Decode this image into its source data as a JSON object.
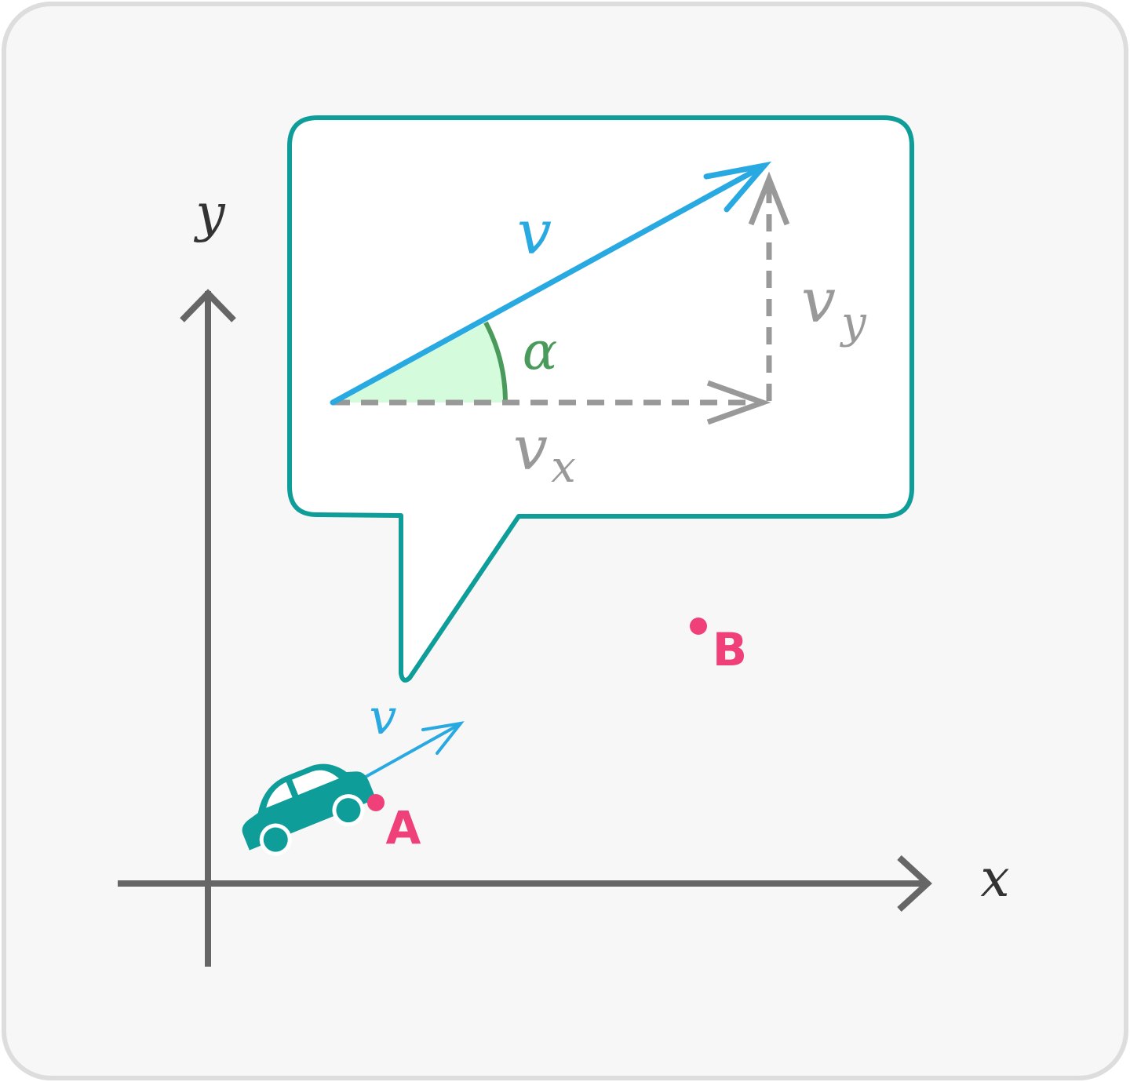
{
  "axes": {
    "x_label": "x",
    "y_label": "y"
  },
  "callout": {
    "vector_label": "v",
    "vx_label": "v",
    "vx_sub": "x",
    "vy_label": "v",
    "vy_sub": "y",
    "angle_label": "α"
  },
  "car": {
    "velocity_label": "v"
  },
  "points": [
    {
      "label": "A"
    },
    {
      "label": "B"
    }
  ],
  "colors": {
    "frame_bg": "#f7f7f7",
    "frame_border": "#dddddd",
    "axis": "#666666",
    "axis_label": "#333333",
    "callout_border": "#0f9d9a",
    "callout_bg": "#ffffff",
    "vector": "#29a9e1",
    "components": "#999999",
    "angle": "#4a9a5c",
    "angle_fill": "#d3fbdc",
    "car": "#0f9d9a",
    "point": "#f0407a"
  }
}
